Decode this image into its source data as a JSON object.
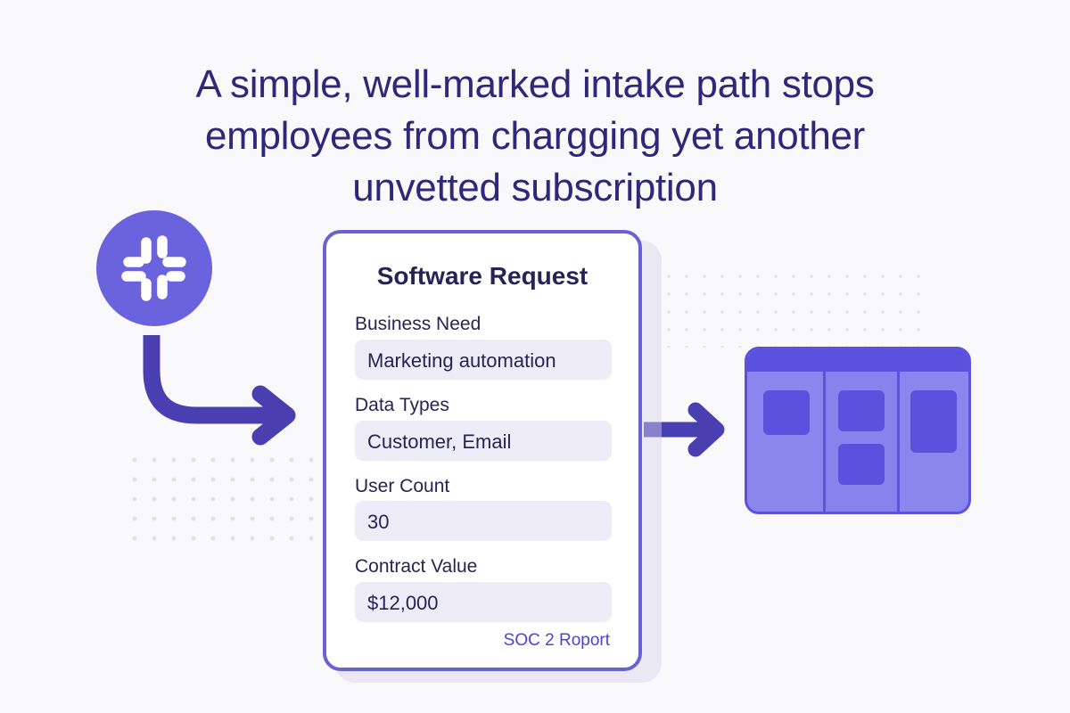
{
  "headline": {
    "line1": "A simple, well-marked intake path stops",
    "line2": "employees from chargging yet another",
    "line3": "unvetted subscription"
  },
  "source_icon": {
    "icon": "slack-like-icon",
    "color": "#6a63dd"
  },
  "form": {
    "title": "Software Request",
    "fields": [
      {
        "label": "Business Need",
        "value": "Marketing automation"
      },
      {
        "label": "Data Types",
        "value": "Customer, Email"
      },
      {
        "label": "User Count",
        "value": "30"
      },
      {
        "label": "Contract Value",
        "value": "$12,000"
      }
    ],
    "link": "SOC 2 Roport"
  },
  "destination": {
    "icon": "kanban-board-icon",
    "columns": 3
  },
  "colors": {
    "accent": "#6a63dd",
    "text_dark": "#262454",
    "headline": "#2f2779",
    "arrow": "#4a3fb1",
    "link": "#4b44d6"
  }
}
